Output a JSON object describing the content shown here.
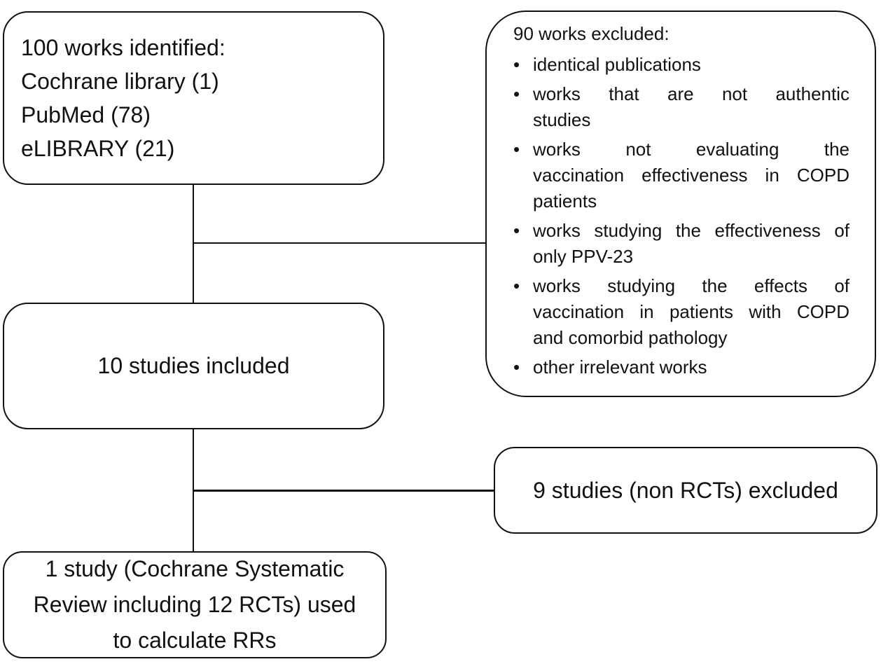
{
  "diagram": {
    "identified_box": {
      "lines": [
        "100 works identified:",
        "Cochrane library (1)",
        "PubMed (78)",
        "eLIBRARY (21)"
      ]
    },
    "excluded_box": {
      "title": "90 works excluded:",
      "bullet_glyph": "•",
      "bullets": [
        {
          "lines": [
            "identical publications"
          ]
        },
        {
          "lines": [
            "works that are not authentic",
            "studies"
          ]
        },
        {
          "lines": [
            "works not evaluating the",
            "vaccination effectiveness in COPD",
            "patients"
          ]
        },
        {
          "lines": [
            "works studying the effectiveness of",
            "only PPV-23"
          ]
        },
        {
          "lines": [
            "works studying the effects of",
            "vaccination in patients with COPD",
            "and comorbid pathology"
          ]
        },
        {
          "lines": [
            "other irrelevant works"
          ]
        }
      ]
    },
    "included_box": {
      "text": "10 studies included"
    },
    "non_rct_box": {
      "text": "9 studies (non RCTs) excluded"
    },
    "final_box": {
      "lines": [
        "1 study (Cochrane Systematic",
        "Review including 12 RCTs) used",
        "to calculate RRs"
      ]
    },
    "colors": {
      "border": "#111111",
      "background": "#ffffff",
      "text": "#111111"
    }
  }
}
